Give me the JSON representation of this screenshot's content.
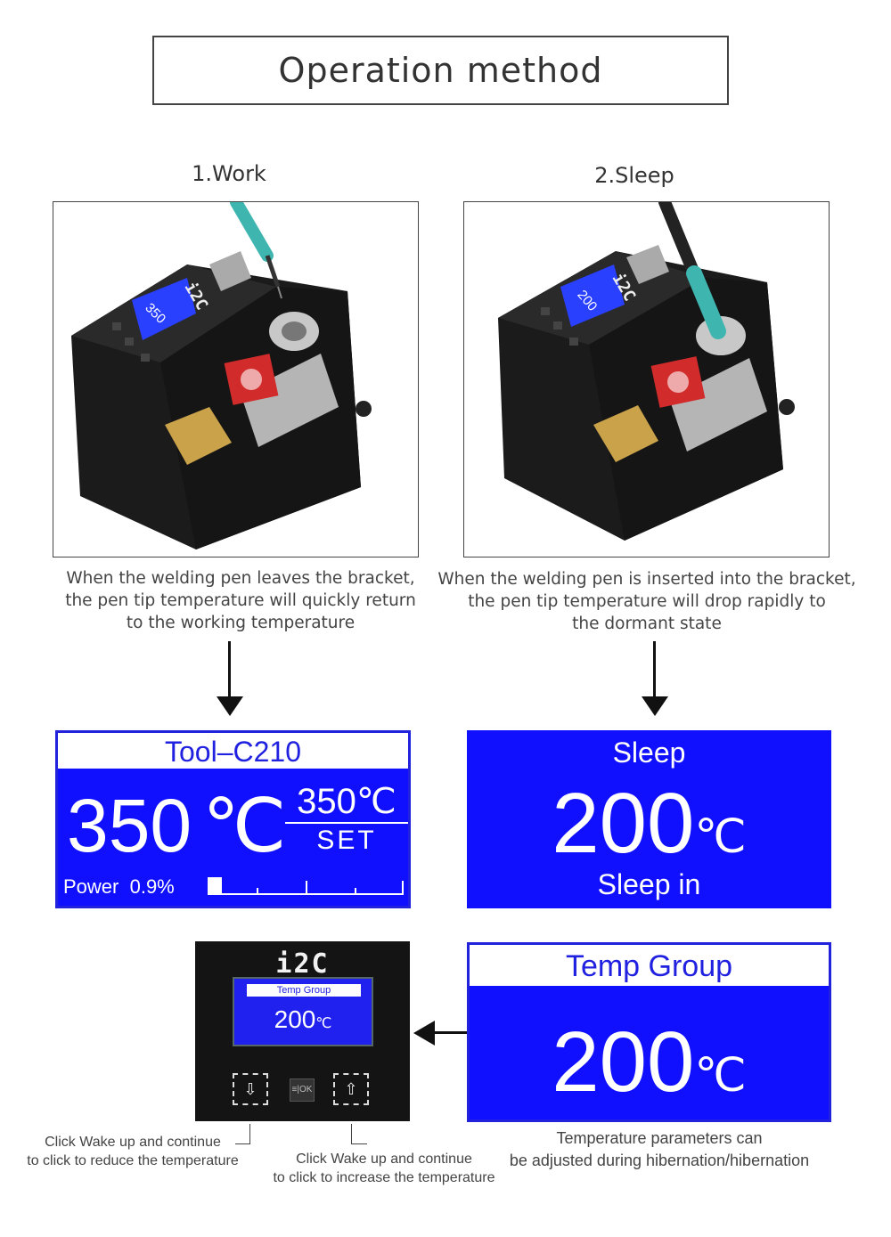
{
  "header": {
    "title": "Operation method"
  },
  "steps": [
    {
      "label": "1.Work",
      "caption": [
        "When the welding pen leaves the bracket,",
        "the pen tip temperature will quickly return",
        "to the working temperature"
      ]
    },
    {
      "label": "2.Sleep",
      "caption": [
        "When the welding pen is inserted into the bracket,",
        "the pen tip temperature will drop rapidly to",
        "the dormant state"
      ]
    }
  ],
  "photos": {
    "brand": "i2C",
    "work_screen_value": "350",
    "sleep_screen_value": "200"
  },
  "work_screen": {
    "title": "Tool–C210",
    "temp_value": "350",
    "temp_unit": "℃",
    "set_value": "350",
    "set_unit": "℃",
    "set_label": "SET",
    "power_label": "Power",
    "power_value": "0.9%",
    "power_fraction": 0.009
  },
  "sleep_screen": {
    "title": "Sleep",
    "temp_value": "200",
    "temp_unit": "℃",
    "status": "Sleep in"
  },
  "temp_group_screen": {
    "title": "Temp Group",
    "temp_value": "200",
    "temp_unit": "℃"
  },
  "control_panel": {
    "logo": "i2C",
    "lcd_title": "Temp Group",
    "lcd_value": "200",
    "lcd_unit": "℃",
    "down_button": "⇩",
    "ok_button": "≡|OK",
    "up_button": "⇧"
  },
  "notes": {
    "down": [
      "Click Wake up and continue",
      "to click to reduce the temperature"
    ],
    "up": [
      "Click Wake up and continue",
      "to click to increase the temperature"
    ],
    "adjust": [
      "Temperature parameters can",
      "be adjusted during hibernation/hibernation"
    ]
  },
  "colors": {
    "lcd_blue": "#1010ff",
    "panel_black": "#141414",
    "pen_teal": "#3fb5b0"
  }
}
